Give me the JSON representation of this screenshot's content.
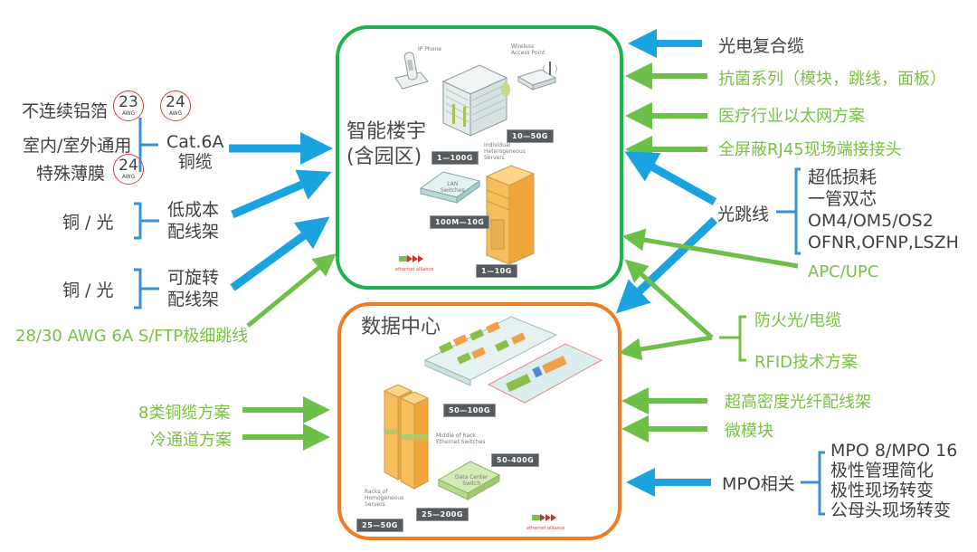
{
  "colors": {
    "blue_arrow": "#1aa3df",
    "green_arrow": "#6cbf47",
    "building_border": "#1db34b",
    "datacenter_border": "#f07b21",
    "bracket_blue": "#3b8fd6",
    "bracket_green": "#7ac143",
    "awg_circle": "#e23a3a"
  },
  "building": {
    "title_line1": "智能楼宇",
    "title_line2": "(含园区)",
    "labels": {
      "ip_phone": "IP Phone",
      "wap_line1": "Wireless",
      "wap_line2": "Access Point",
      "servers_line1": "Individual",
      "servers_line2": "Heterogeneous",
      "servers_line3": "Servers",
      "lan_line1": "LAN",
      "lan_line2": "Switches"
    },
    "speeds": [
      "10—50G",
      "1—100G",
      "100M—10G",
      "1—10G"
    ],
    "logo_text": "ethernet alliance"
  },
  "datacenter": {
    "title": "数据中心",
    "labels": {
      "mor_line1": "Middle of Rack",
      "mor_line2": "Ethernet Switches",
      "racks_line1": "Racks of",
      "racks_line2": "Homogeneous",
      "racks_line3": "Servers",
      "dcs_line1": "Data Center",
      "dcs_line2": "Switch"
    },
    "speeds": [
      "50—100G",
      "50-400G",
      "25—200G",
      "25—50G"
    ],
    "logo_text": "ethernet alliance"
  },
  "left": {
    "cat6a": {
      "items": [
        "不连续铝箔",
        "室内/室外通用",
        "特殊薄膜"
      ],
      "awg": [
        {
          "num": "23",
          "unit": "AWG"
        },
        {
          "num": "24",
          "unit": "AWG"
        },
        {
          "num": "24",
          "unit": "AWG"
        }
      ],
      "name_line1": "Cat.6A",
      "name_line2": "铜缆"
    },
    "patch_panel_low_cost": {
      "source": "铜 / 光",
      "name_line1": "低成本",
      "name_line2": "配线架"
    },
    "patch_panel_rotatable": {
      "source": "铜 / 光",
      "name_line1": "可旋转",
      "name_line2": "配线架"
    },
    "slim_patch": "28/30 AWG 6A S/FTP极细跳线",
    "cat8": "8类铜缆方案",
    "cold_aisle": "冷通道方案"
  },
  "right": {
    "hybrid_cable": "光电复合缆",
    "antibacterial": "抗菌系列（模块，跳线，面板）",
    "medical": "医疗行业以太网方案",
    "rj45_field": "全屏蔽RJ45现场端接接头",
    "fiber_patch": {
      "name": "光跳线",
      "features": [
        "超低损耗",
        "一管双芯",
        "OM4/OM5/OS2",
        "OFNR,OFNP,LSZH"
      ]
    },
    "apc_upc": "APC/UPC",
    "fire_cable": "防火光/电缆",
    "rfid": "RFID技术方案",
    "ultra_density": "超高密度光纤配线架",
    "micro_module": "微模块",
    "mpo": {
      "name": "MPO相关",
      "features": [
        "MPO 8/MPO 16",
        "极性管理简化",
        "极性现场转变",
        "公母头现场转变"
      ]
    }
  }
}
